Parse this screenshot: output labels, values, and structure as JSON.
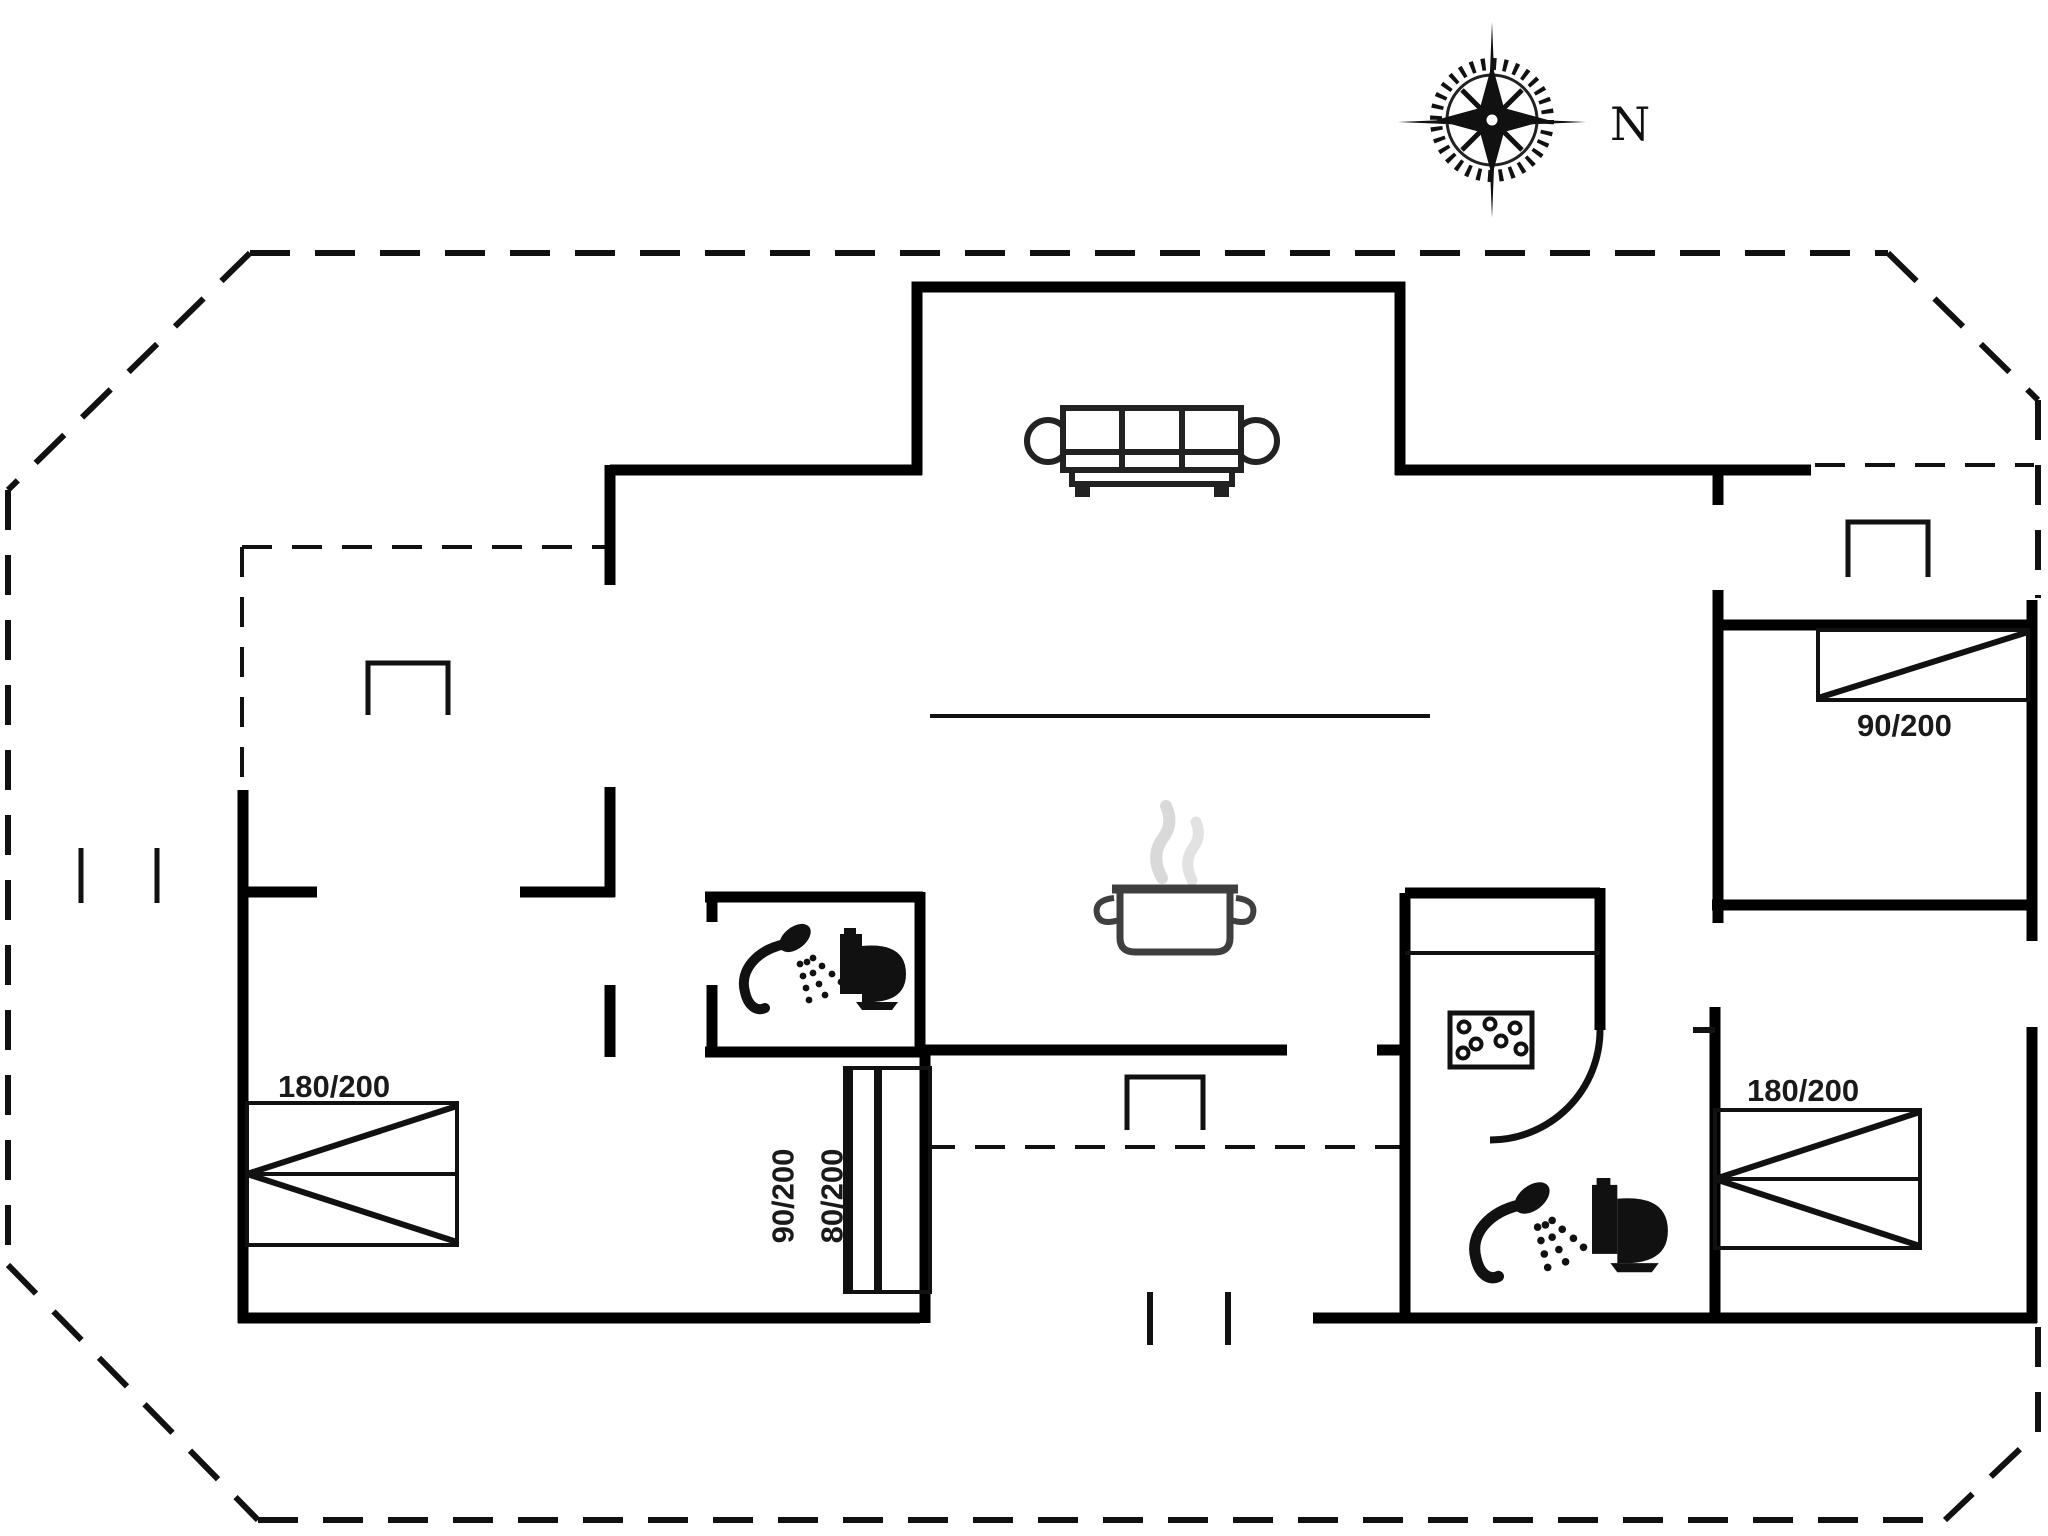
{
  "document": {
    "type": "holiday-house floor plan drawing"
  },
  "compass": {
    "north": "N"
  },
  "beds": {
    "left_double": "180/200",
    "right_double": "180/200",
    "top_right_single": "90/200",
    "bunk_inner": "80/200",
    "bunk_outer": "90/200"
  },
  "icons": {
    "compass": "compass-rose-icon",
    "sofa": "sofa-icon",
    "pot": "cooking-pot-icon",
    "shower": "shower-head-icon",
    "toilet": "toilet-icon",
    "sauna_stove": "sauna-stones-icon",
    "bed": "bed-symbol",
    "wardrobe": "bracket-symbol"
  },
  "colors": {
    "wall": "#000000",
    "line": "#111111",
    "label": "#1a1a1a",
    "steam": "#d9d9d9",
    "paper": "#ffffff"
  }
}
